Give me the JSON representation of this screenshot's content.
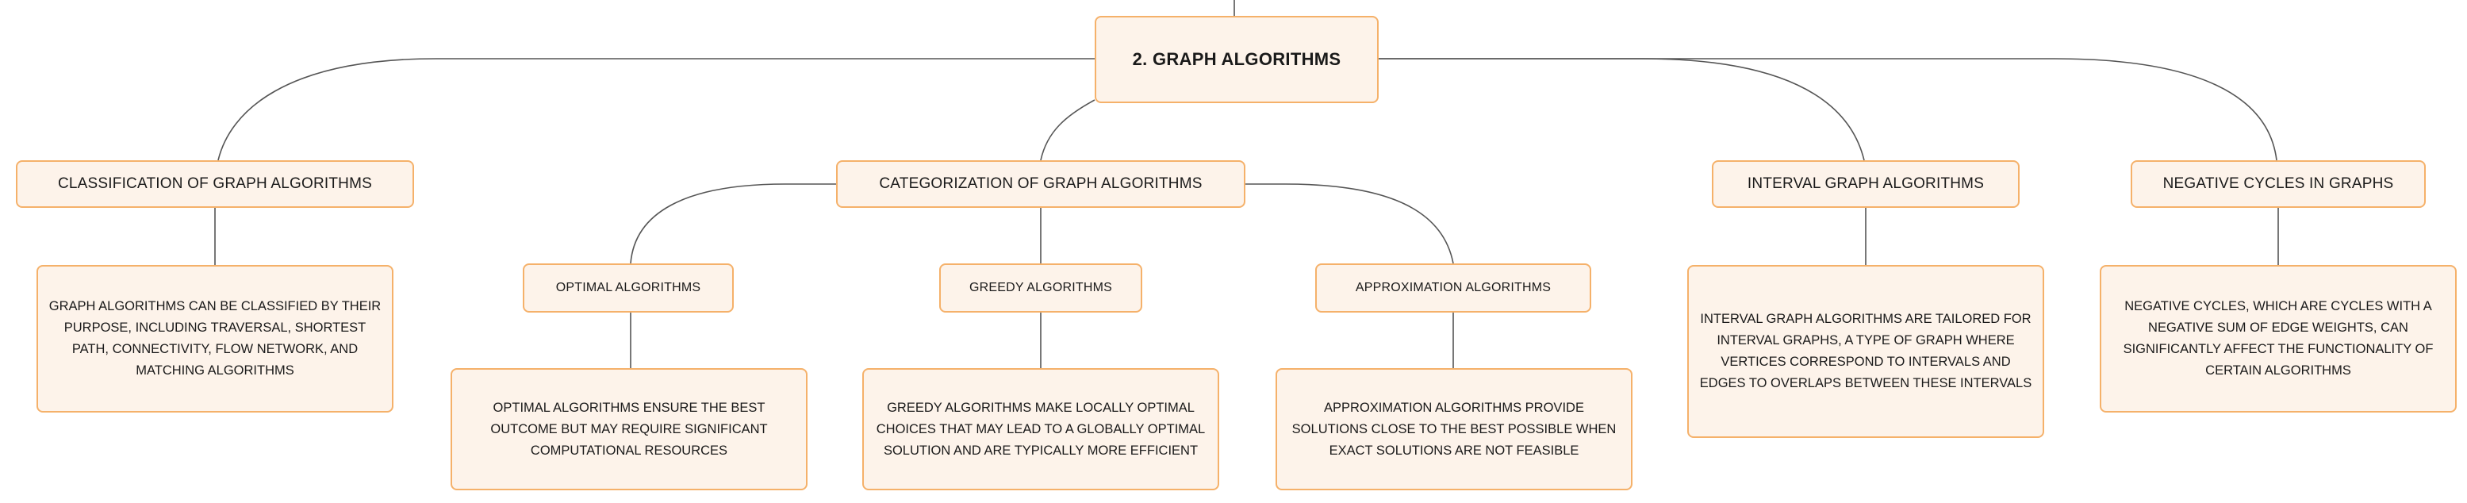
{
  "root": {
    "label": "2. GRAPH ALGORITHMS"
  },
  "topics": {
    "classification": {
      "label": "CLASSIFICATION OF GRAPH ALGORITHMS",
      "details": "GRAPH ALGORITHMS CAN BE CLASSIFIED BY THEIR PURPOSE, INCLUDING TRAVERSAL, SHORTEST PATH, CONNECTIVITY, FLOW NETWORK, AND MATCHING ALGORITHMS"
    },
    "categorization": {
      "label": "CATEGORIZATION OF GRAPH ALGORITHMS",
      "optimal": {
        "label": "OPTIMAL ALGORITHMS",
        "details": "OPTIMAL ALGORITHMS ENSURE THE BEST OUTCOME BUT MAY REQUIRE SIGNIFICANT COMPUTATIONAL RESOURCES"
      },
      "greedy": {
        "label": "GREEDY ALGORITHMS",
        "details": "GREEDY ALGORITHMS MAKE LOCALLY OPTIMAL CHOICES THAT MAY LEAD TO A GLOBALLY OPTIMAL SOLUTION AND ARE TYPICALLY MORE EFFICIENT"
      },
      "approximation": {
        "label": "APPROXIMATION ALGORITHMS",
        "details": "APPROXIMATION ALGORITHMS PROVIDE SOLUTIONS CLOSE TO THE BEST POSSIBLE WHEN EXACT SOLUTIONS ARE NOT FEASIBLE"
      }
    },
    "interval": {
      "label": "INTERVAL GRAPH ALGORITHMS",
      "details": "INTERVAL GRAPH ALGORITHMS ARE TAILORED FOR INTERVAL GRAPHS, A TYPE OF GRAPH WHERE VERTICES CORRESPOND TO INTERVALS AND EDGES TO OVERLAPS BETWEEN THESE INTERVALS"
    },
    "negative_cycles": {
      "label": "NEGATIVE CYCLES IN GRAPHS",
      "details": "NEGATIVE CYCLES, WHICH ARE CYCLES WITH A NEGATIVE SUM OF EDGE WEIGHTS, CAN SIGNIFICANTLY AFFECT THE FUNCTIONALITY OF CERTAIN ALGORITHMS"
    }
  },
  "colors": {
    "node_fill": "#fdf3ea",
    "node_border": "#f5b16a",
    "connector": "#555555"
  }
}
